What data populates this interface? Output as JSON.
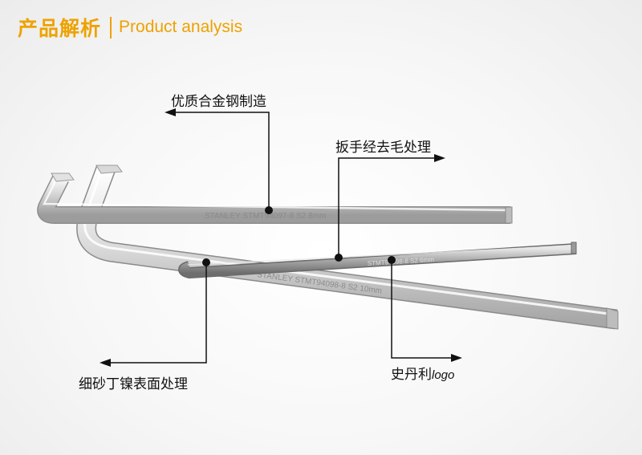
{
  "header": {
    "title_cn": "产品解析",
    "title_en": "Product analysis"
  },
  "annotations": {
    "alloy_steel": "优质合金钢制造",
    "deburring": "扳手经去毛处理",
    "nickel_finish": "细砂丁镍表面处理",
    "logo": "史丹利",
    "logo_suffix": "logo"
  },
  "engravings": {
    "top_key": "STANLEY  STMT94097-8 S2 8mm",
    "middle_key": "STMT94098-8 S2 6mm",
    "bottom_key": "STANLEY  STMT94098-8 S2 10mm"
  },
  "colors": {
    "accent": "#eea200",
    "callout": "#111111"
  }
}
